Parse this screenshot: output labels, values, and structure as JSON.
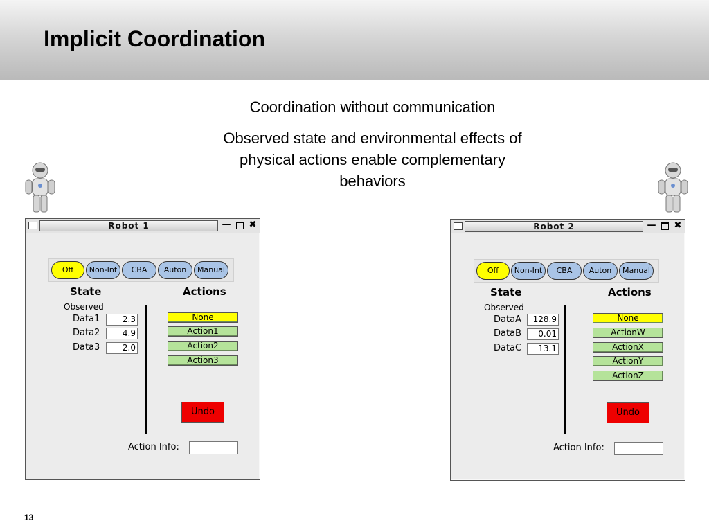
{
  "slide": {
    "title": "Implicit Coordination",
    "subtitle": "Coordination without communication",
    "body": "Observed state and environmental effects of physical actions enable complementary behaviors",
    "page_number": "13"
  },
  "windows": [
    {
      "title": "Robot 1",
      "modes": [
        "Off",
        "Non-Int",
        "CBA",
        "Auton",
        "Manual"
      ],
      "selected_mode": "Off",
      "state_header": "State",
      "actions_header": "Actions",
      "observed_label": "Observed",
      "data": [
        {
          "label": "Data1",
          "value": "2.3"
        },
        {
          "label": "Data2",
          "value": "4.9"
        },
        {
          "label": "Data3",
          "value": "2.0"
        }
      ],
      "actions": [
        "None",
        "Action1",
        "Action2",
        "Action3"
      ],
      "selected_action": "None",
      "undo_label": "Undo",
      "action_info_label": "Action Info:",
      "action_info_value": ""
    },
    {
      "title": "Robot 2",
      "modes": [
        "Off",
        "Non-Int",
        "CBA",
        "Auton",
        "Manual"
      ],
      "selected_mode": "Off",
      "state_header": "State",
      "actions_header": "Actions",
      "observed_label": "Observed",
      "data": [
        {
          "label": "DataA",
          "value": "128.9"
        },
        {
          "label": "DataB",
          "value": "0.01"
        },
        {
          "label": "DataC",
          "value": "13.1"
        }
      ],
      "actions": [
        "None",
        "ActionW",
        "ActionX",
        "ActionY",
        "ActionZ"
      ],
      "selected_action": "None",
      "undo_label": "Undo",
      "action_info_label": "Action Info:",
      "action_info_value": ""
    }
  ],
  "colors": {
    "selected": "#ffff00",
    "mode_button": "#a9c4e6",
    "action_button": "#b5e39a",
    "undo_button": "#ee0000"
  },
  "icons": [
    "robot-figure-icon",
    "window-menu-icon",
    "minimize-icon",
    "maximize-icon",
    "close-icon"
  ]
}
